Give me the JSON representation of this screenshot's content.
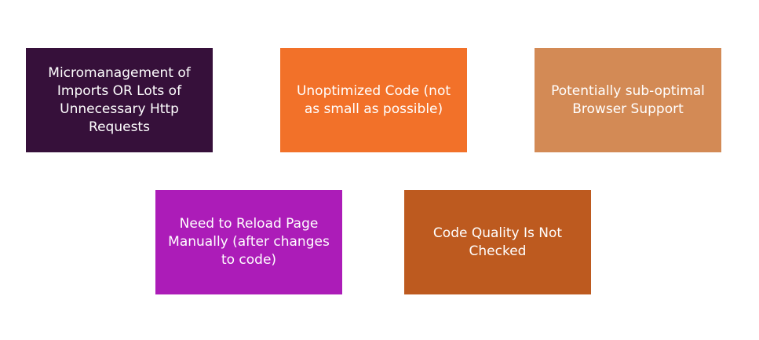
{
  "boxes": [
    {
      "text": "Micromanagement of Imports OR Lots of Unnecessary Http Requests",
      "color": "#36103a"
    },
    {
      "text": "Unoptimized Code (not as small as possible)",
      "color": "#f27129"
    },
    {
      "text": "Potentially sub-optimal Browser Support",
      "color": "#d38a55"
    },
    {
      "text": "Need to Reload Page Manually (after changes to code)",
      "color": "#ac1cb8"
    },
    {
      "text": "Code Quality Is Not Checked",
      "color": "#bd5a1f"
    }
  ]
}
